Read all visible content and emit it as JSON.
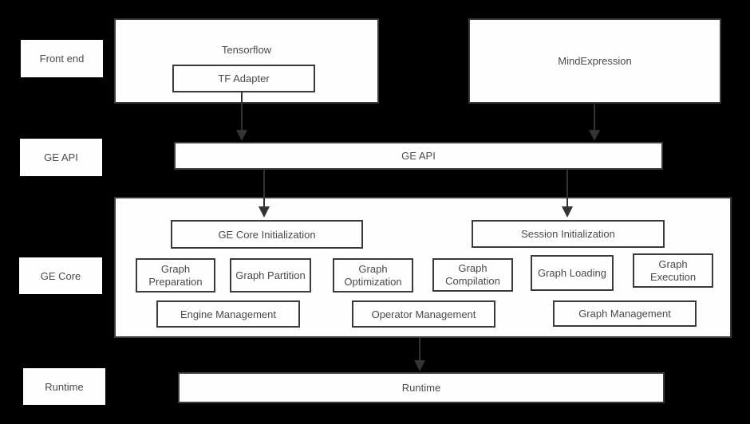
{
  "colors": {
    "background": "#000000",
    "box_fill": "#fefefe",
    "border": "#3a3a3a",
    "text": "#4a4a4a",
    "arrow": "#333333"
  },
  "row_labels": {
    "front_end": "Front end",
    "ge_api": "GE API",
    "ge_core": "GE Core",
    "runtime": "Runtime"
  },
  "front_end": {
    "tensorflow_title": "Tensorflow",
    "tf_adapter": "TF Adapter",
    "mind_expression": "MindExpression"
  },
  "ge_api_bar_label": "GE API",
  "ge_core": {
    "init_left": "GE Core Initialization",
    "init_right": "Session Initialization",
    "stages": [
      "Graph Preparation",
      "Graph Partition",
      "Graph Optimization",
      "Graph Compilation",
      "Graph Loading",
      "Graph Execution"
    ],
    "management": [
      "Engine Management",
      "Operator Management",
      "Graph Management"
    ]
  },
  "runtime_bar_label": "Runtime"
}
